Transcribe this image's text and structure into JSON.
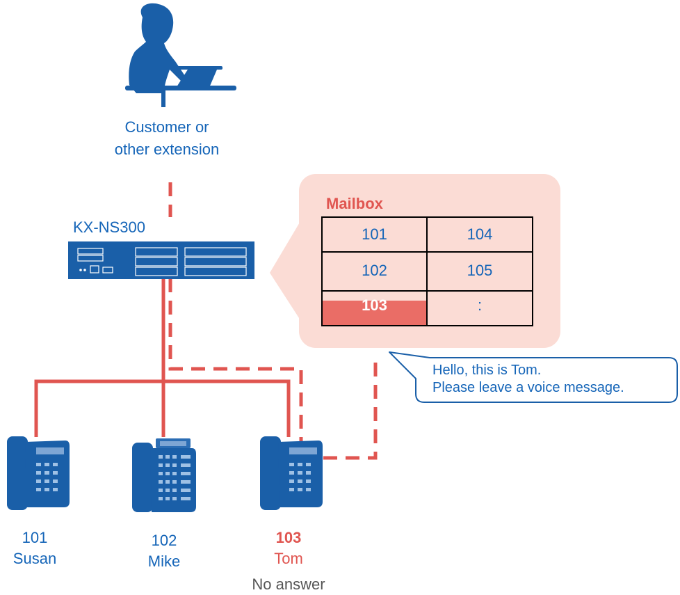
{
  "caller": {
    "line1": "Customer or",
    "line2": "other extension"
  },
  "pbx": {
    "label": "KX-NS300"
  },
  "mailbox": {
    "title": "Mailbox",
    "cells": [
      [
        "101",
        "104"
      ],
      [
        "102",
        "105"
      ],
      [
        "103",
        ":"
      ]
    ],
    "highlight": "103"
  },
  "speech": {
    "line1": "Hello, this is Tom.",
    "line2": "Please leave a voice message."
  },
  "extensions": [
    {
      "number": "101",
      "name": "Susan"
    },
    {
      "number": "102",
      "name": "Mike"
    },
    {
      "number": "103",
      "name": "Tom"
    }
  ],
  "status": "No answer",
  "colors": {
    "device_blue": "#1a5fa8",
    "text_blue": "#1565b8",
    "line_red": "#e05550",
    "mailbox_bg": "#fbdcd5",
    "highlight": "#ea6d66"
  }
}
